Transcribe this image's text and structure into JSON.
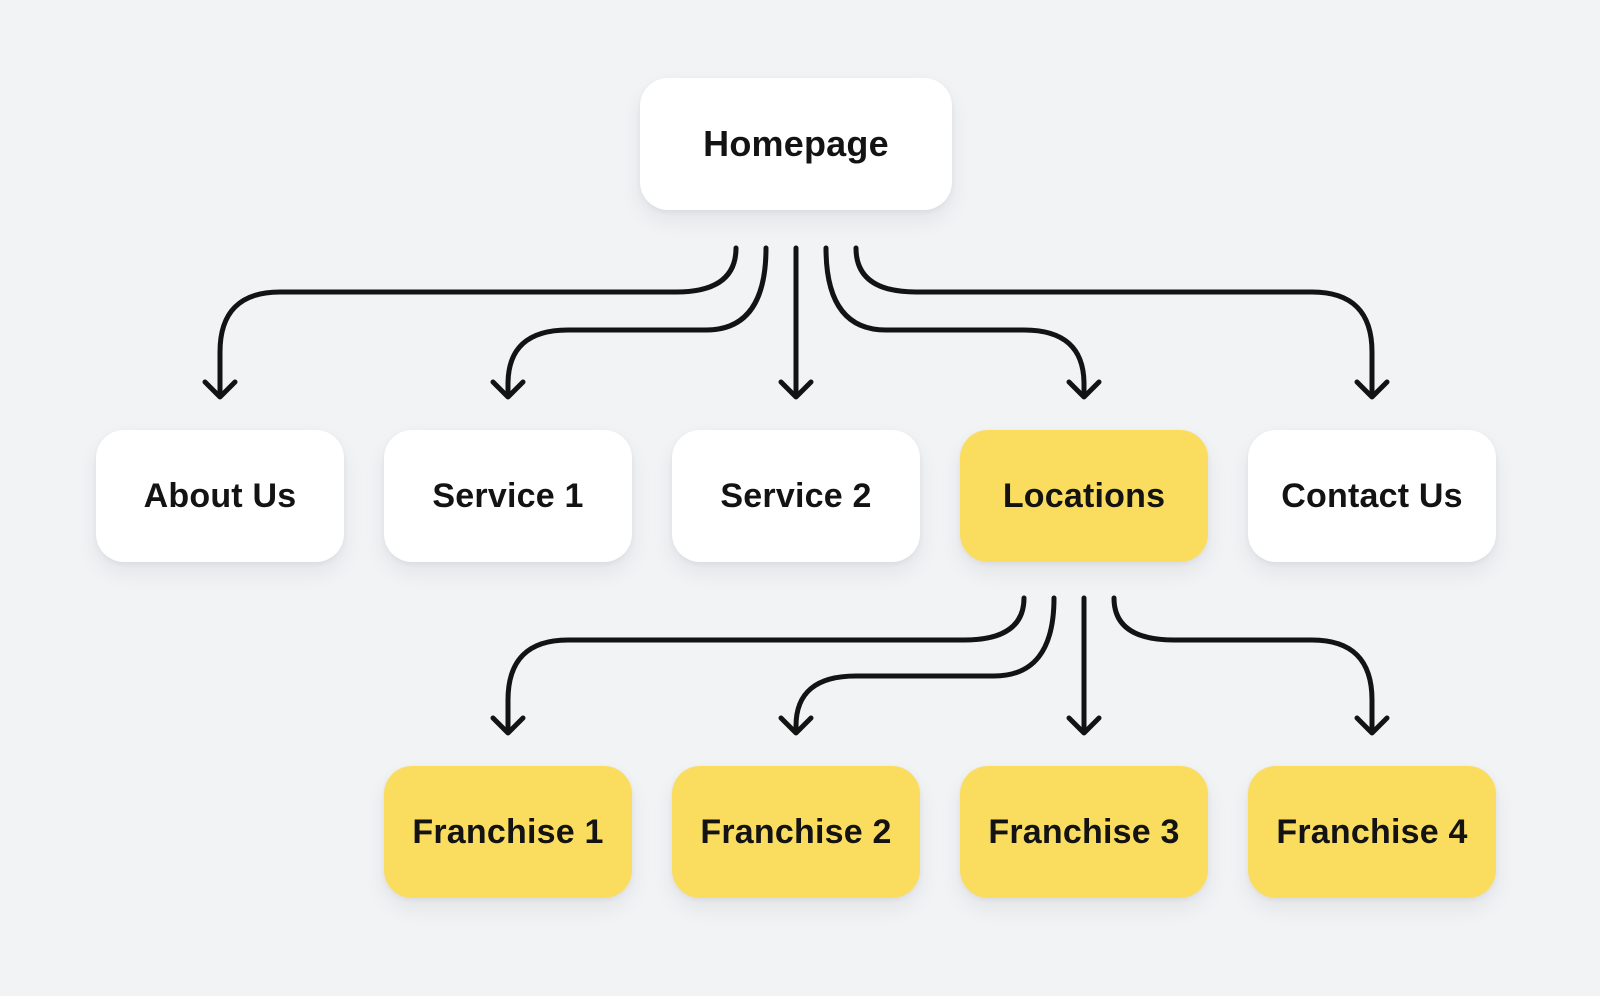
{
  "diagram": {
    "type": "sitemap-tree",
    "background_color": "#F2F3F5",
    "node_default_color": "#FFFFFF",
    "node_highlight_color": "#FADD5F",
    "edge_color": "#131313",
    "text_color": "#131313",
    "nodes": {
      "root": {
        "label": "Homepage",
        "highlighted": false
      },
      "level2": [
        {
          "label": "About Us",
          "highlighted": false
        },
        {
          "label": "Service 1",
          "highlighted": false
        },
        {
          "label": "Service 2",
          "highlighted": false
        },
        {
          "label": "Locations",
          "highlighted": true
        },
        {
          "label": "Contact Us",
          "highlighted": false
        }
      ],
      "level3": [
        {
          "label": "Franchise 1",
          "highlighted": true
        },
        {
          "label": "Franchise 2",
          "highlighted": true
        },
        {
          "label": "Franchise 3",
          "highlighted": true
        },
        {
          "label": "Franchise 4",
          "highlighted": true
        }
      ]
    },
    "edges": [
      {
        "from": "Homepage",
        "to": "About Us"
      },
      {
        "from": "Homepage",
        "to": "Service 1"
      },
      {
        "from": "Homepage",
        "to": "Service 2"
      },
      {
        "from": "Homepage",
        "to": "Locations"
      },
      {
        "from": "Homepage",
        "to": "Contact Us"
      },
      {
        "from": "Locations",
        "to": "Franchise 1"
      },
      {
        "from": "Locations",
        "to": "Franchise 2"
      },
      {
        "from": "Locations",
        "to": "Franchise 3"
      },
      {
        "from": "Locations",
        "to": "Franchise 4"
      }
    ]
  }
}
